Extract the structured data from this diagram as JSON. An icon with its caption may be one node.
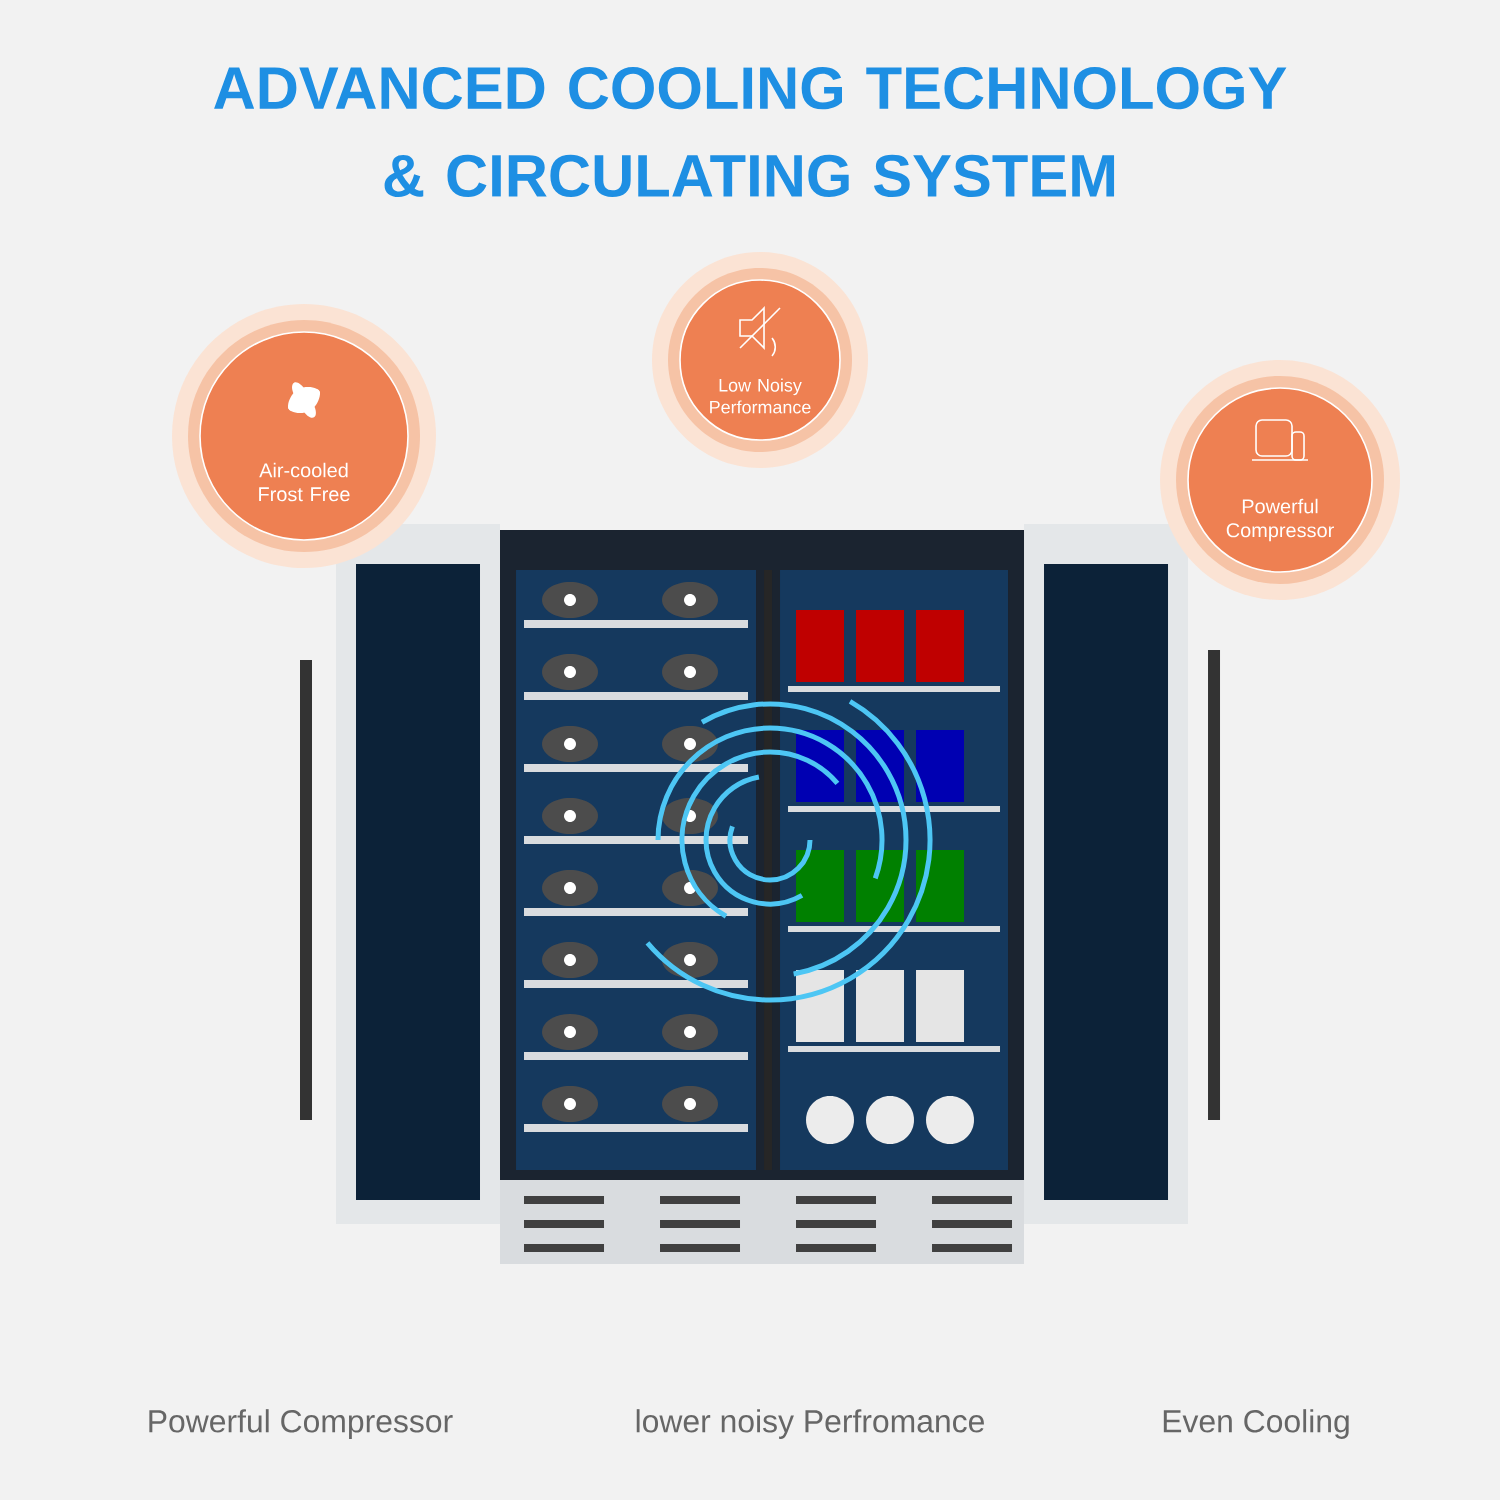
{
  "diagram": {
    "title": "ADVANCED COOLING TECHNOLOGY & CIRCULATING SYSTEM",
    "nodes": [
      {
        "text": [
          "Air-cooled Frost Free"
        ]
      },
      {
        "text": [
          "Low Noisy Performance"
        ]
      },
      {
        "text": [
          "Powerful Compressor"
        ]
      }
    ],
    "edges": [],
    "labels": [
      "Powerful Compressor",
      "lower noisy Perfromance",
      "Even Cooling"
    ]
  }
}
